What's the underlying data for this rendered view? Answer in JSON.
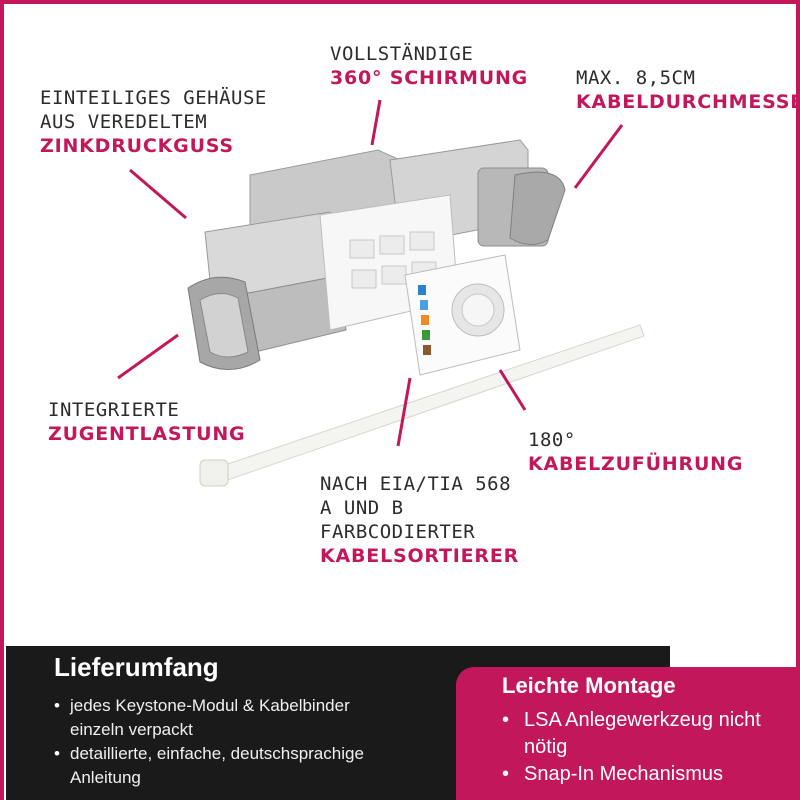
{
  "callouts": {
    "shielding": {
      "line1": "VOLLSTÄNDIGE",
      "accent": "360° SCHIRMUNG"
    },
    "diameter": {
      "line1": "MAX. 8,5CM",
      "accent": "KABELDURCHMESSER"
    },
    "housing": {
      "line1": "EINTEILIGES GEHÄUSE",
      "line2": "AUS VEREDELTEM",
      "accent": "ZINKDRUCKGUSS"
    },
    "strain": {
      "line1": "INTEGRIERTE",
      "accent": "ZUGENTLASTUNG"
    },
    "feed": {
      "line1": "180°",
      "accent": "KABELZUFÜHRUNG"
    },
    "sorter": {
      "line1": "NACH EIA/TIA 568",
      "line2": "A UND B",
      "line3": "FARBCODIERTER",
      "accent": "KABELSORTIERER"
    }
  },
  "delivery": {
    "title": "Lieferumfang",
    "items": [
      "jedes Keystone-Modul & Kabelbinder einzeln verpackt",
      "detaillierte, einfache, deutschsprachige  Anleitung"
    ]
  },
  "assembly": {
    "title": "Leichte Montage",
    "items": [
      "LSA Anlegewerkzeug nicht nötig",
      "Snap-In Mechanismus"
    ]
  },
  "colors": {
    "accent": "#c2185b",
    "dark_box": "#1a1a1a",
    "text": "#2c2c2c"
  }
}
